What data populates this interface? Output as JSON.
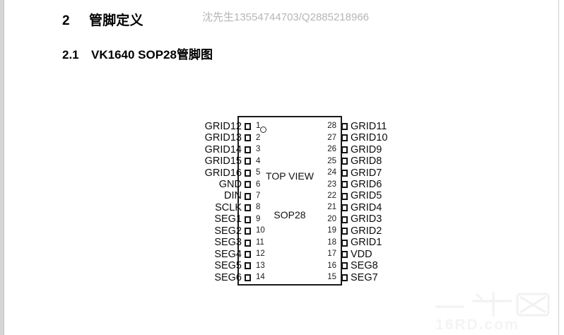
{
  "document": {
    "heading_1": {
      "number": "2",
      "text": "管脚定义"
    },
    "heading_2": {
      "number": "2.1",
      "text": "VK1640 SOP28管脚图"
    },
    "contact_watermark": "沈先生13554744703/Q2885218966",
    "site_watermark": {
      "text": "16RD.com",
      "logo_name": "yiniuwang-logo"
    }
  },
  "pinout": {
    "body_label_top": "TOP VIEW",
    "body_label_bottom": "SOP28",
    "pin1_marker": "circle-dot",
    "left_pins": [
      {
        "number": "1",
        "label": "GRID12"
      },
      {
        "number": "2",
        "label": "GRID13"
      },
      {
        "number": "3",
        "label": "GRID14"
      },
      {
        "number": "4",
        "label": "GRID15"
      },
      {
        "number": "5",
        "label": "GRID16"
      },
      {
        "number": "6",
        "label": "GND"
      },
      {
        "number": "7",
        "label": "DIN"
      },
      {
        "number": "8",
        "label": "SCLK"
      },
      {
        "number": "9",
        "label": "SEG1"
      },
      {
        "number": "10",
        "label": "SEG2"
      },
      {
        "number": "11",
        "label": "SEG3"
      },
      {
        "number": "12",
        "label": "SEG4"
      },
      {
        "number": "13",
        "label": "SEG5"
      },
      {
        "number": "14",
        "label": "SEG6"
      }
    ],
    "right_pins": [
      {
        "number": "28",
        "label": "GRID11"
      },
      {
        "number": "27",
        "label": "GRID10"
      },
      {
        "number": "26",
        "label": "GRID9"
      },
      {
        "number": "25",
        "label": "GRID8"
      },
      {
        "number": "24",
        "label": "GRID7"
      },
      {
        "number": "23",
        "label": "GRID6"
      },
      {
        "number": "22",
        "label": "GRID5"
      },
      {
        "number": "21",
        "label": "GRID4"
      },
      {
        "number": "20",
        "label": "GRID3"
      },
      {
        "number": "19",
        "label": "GRID2"
      },
      {
        "number": "18",
        "label": "GRID1"
      },
      {
        "number": "17",
        "label": "VDD"
      },
      {
        "number": "16",
        "label": "SEG8"
      },
      {
        "number": "15",
        "label": "SEG7"
      }
    ]
  },
  "colors": {
    "page_background": "#ffffff",
    "text": "#000000",
    "watermark_gray": "#b6b6b6",
    "chip_outline": "#1a1a1a",
    "page_edge": "#d5d5d5"
  }
}
